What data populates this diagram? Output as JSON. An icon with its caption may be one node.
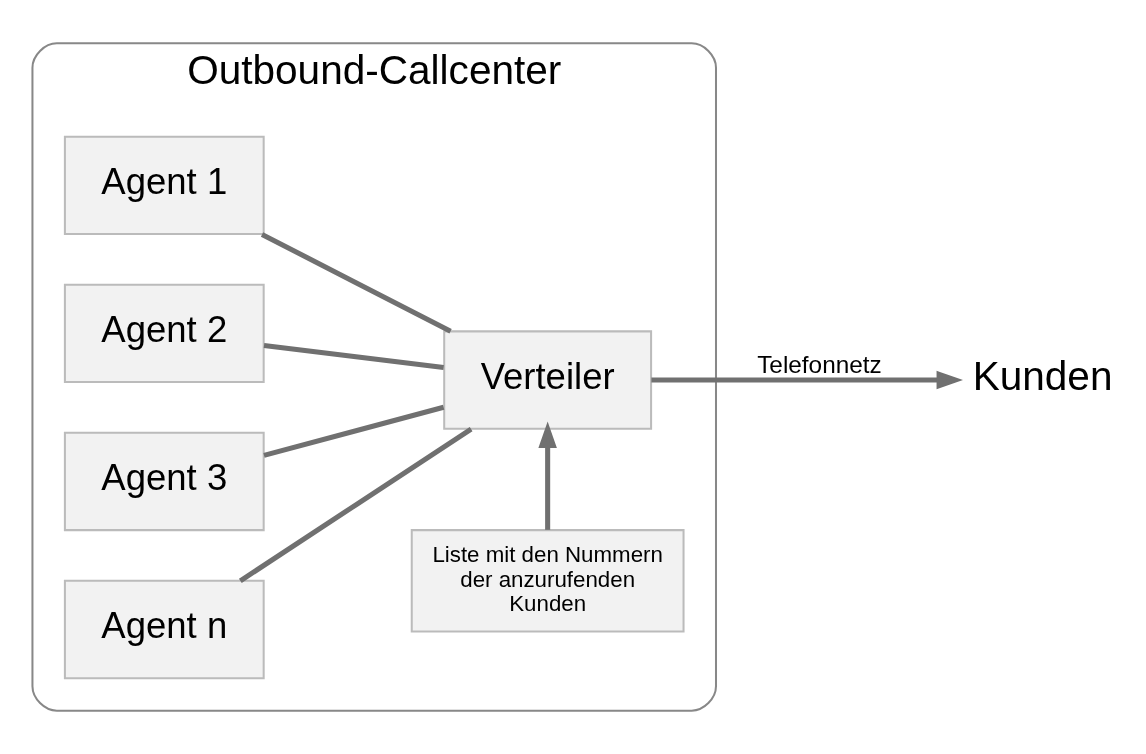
{
  "diagram": {
    "nodes": [
      {
        "text": [
          "Outbound-Callcenter"
        ]
      },
      {
        "text": [
          "Agent 1"
        ],
        "in": 0
      },
      {
        "text": [
          "Agent 2"
        ],
        "in": 0
      },
      {
        "text": [
          "Agent 3"
        ],
        "in": 0
      },
      {
        "text": [
          "Agent n"
        ],
        "in": 0
      },
      {
        "text": [
          "Verteiler"
        ],
        "in": 0
      },
      {
        "text": [
          "Liste mit den Nummern der anzurufenden Kunden"
        ],
        "in": 0
      },
      {
        "text": [
          "Kunden"
        ]
      }
    ],
    "edges": [
      {
        "from": 1,
        "to": 5,
        "arrow": "none"
      },
      {
        "from": 2,
        "to": 5,
        "arrow": "none"
      },
      {
        "from": 3,
        "to": 5,
        "arrow": "none"
      },
      {
        "from": 4,
        "to": 5,
        "arrow": "none"
      },
      {
        "from": 6,
        "to": 5,
        "arrow": "to"
      },
      {
        "from": 5,
        "to": 7,
        "arrow": "to",
        "label": "Telefonnetz"
      }
    ]
  }
}
